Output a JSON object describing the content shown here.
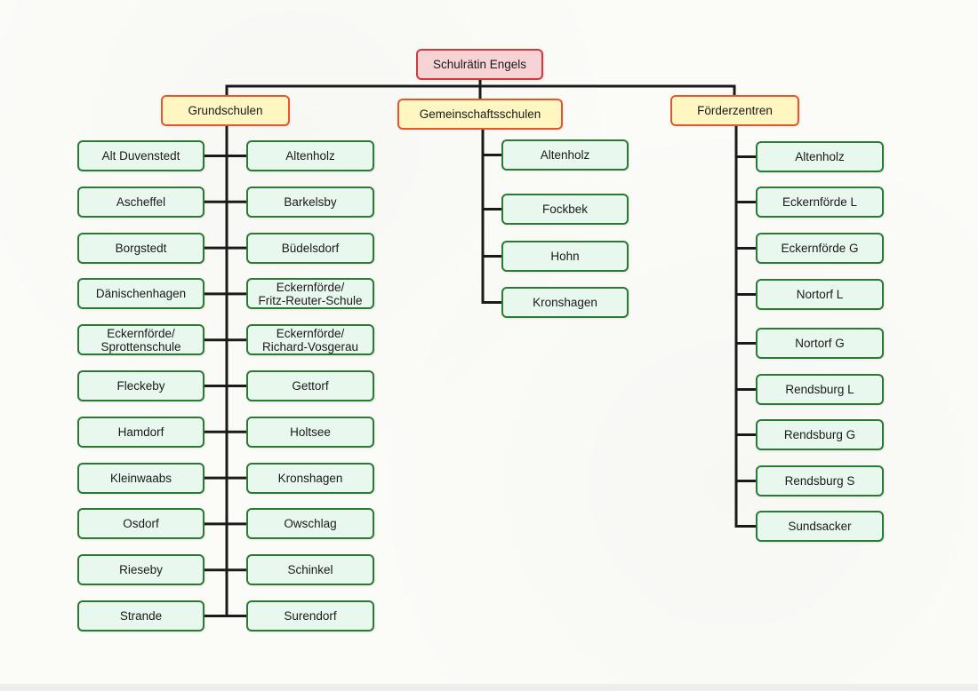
{
  "root": {
    "label": "Schulrätin Engels"
  },
  "categories": {
    "grundschulen": {
      "label": "Grundschulen",
      "left": [
        "Alt Duvenstedt",
        "Ascheffel",
        "Borgstedt",
        "Dänischenhagen",
        "Eckernförde/\nSprottenschule",
        "Fleckeby",
        "Hamdorf",
        "Kleinwaabs",
        "Osdorf",
        "Rieseby",
        "Strande"
      ],
      "right": [
        "Altenholz",
        "Barkelsby",
        "Büdelsdorf",
        "Eckernförde/\nFritz-Reuter-Schule",
        "Eckernförde/\nRichard-Vosgerau",
        "Gettorf",
        "Holtsee",
        "Kronshagen",
        "Owschlag",
        "Schinkel",
        "Surendorf"
      ]
    },
    "gemeinschaftsschulen": {
      "label": "Gemeinschaftsschulen",
      "items": [
        "Altenholz",
        "Fockbek",
        "Hohn",
        "Kronshagen"
      ]
    },
    "foerderzentren": {
      "label": "Förderzentren",
      "items": [
        "Altenholz",
        "Eckernförde L",
        "Eckernförde G",
        "Nortorf L",
        "Nortorf G",
        "Rendsburg L",
        "Rendsburg G",
        "Rendsburg S",
        "Sundsacker"
      ]
    }
  },
  "colors": {
    "root_fill": "#f8d3d6",
    "root_border": "#d43a3a",
    "header_fill": "#fff6c2",
    "header_border": "#e3572e",
    "leaf_fill": "#e9f8ef",
    "leaf_border": "#2a7a35",
    "connector": "#1a1a1a"
  }
}
